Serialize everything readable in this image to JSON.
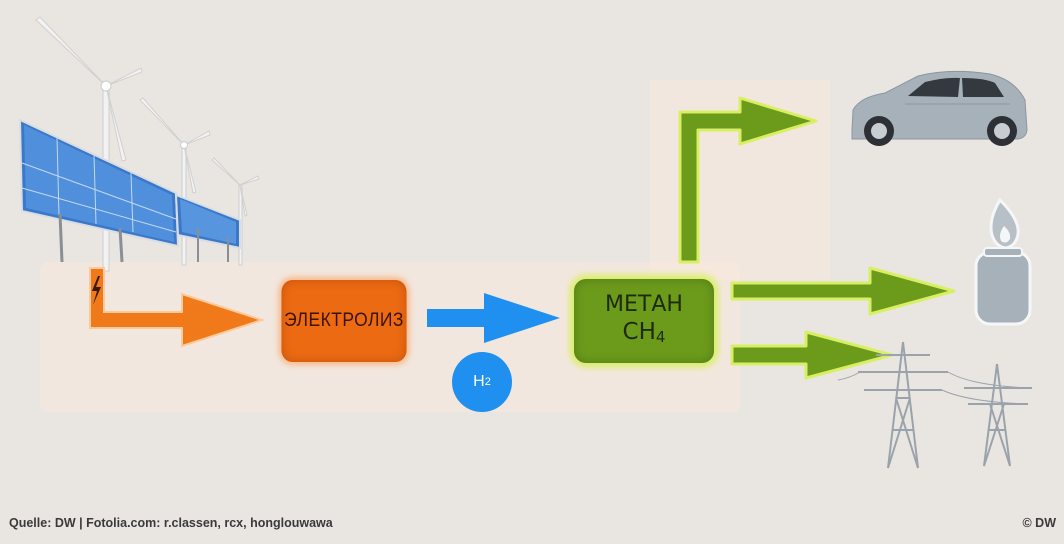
{
  "diagram": {
    "process_label": "ЭЛЕКТРОЛИЗ",
    "product_title": "МЕТАН",
    "product_formula_base": "CH",
    "product_formula_sub": "4",
    "intermediate_label": "H",
    "intermediate_sub": "2",
    "lightning_symbol": "ϟ"
  },
  "footer": {
    "credit": "Quelle: DW | Fotolia.com: r.classen, rcx, honglouwawa",
    "copyright": "© DW"
  },
  "colors": {
    "electricity_arrow": "#f07a1a",
    "hydrogen_arrow": "#1f8ff0",
    "methane_arrow": "#6c9b1c",
    "methane_glow": "#d9ef63",
    "icon_grey": "#9aa3ab"
  },
  "icons": [
    "wind-turbine-icon",
    "solar-panel-icon",
    "lightning-icon",
    "car-icon",
    "gas-bottle-flame-icon",
    "power-pylon-icon"
  ]
}
